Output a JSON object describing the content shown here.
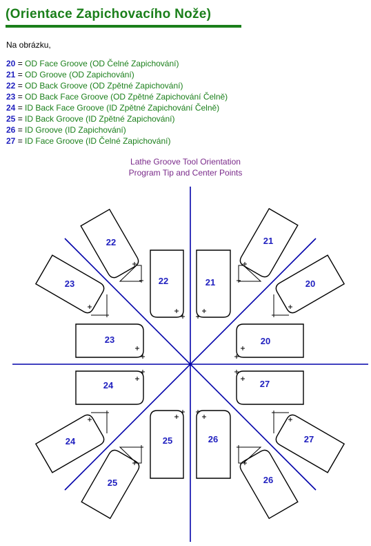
{
  "page": {
    "title": "(Orientace Zapichovacího Nože)",
    "intro": "Na obrázku,"
  },
  "legend": [
    {
      "num": "20",
      "eq": " = ",
      "desc": "OD Face Groove (OD Čelné Zapichování)"
    },
    {
      "num": "21",
      "eq": " = ",
      "desc": "OD Groove (OD Zapichování)"
    },
    {
      "num": "22",
      "eq": " = ",
      "desc": "OD Back Groove (OD Zpětné Zapichování)"
    },
    {
      "num": "23",
      "eq": " = ",
      "desc": "OD Back Face Groove (OD Zpětné Zapichování Čelně)"
    },
    {
      "num": "24",
      "eq": " = ",
      "desc": "ID Back Face Groove (ID Zpětné Zapichování Čelně)"
    },
    {
      "num": "25",
      "eq": " = ",
      "desc": "ID Back Groove (ID Zpětné Zapichování)"
    },
    {
      "num": "26",
      "eq": " = ",
      "desc": "ID Groove (ID Zapichování)"
    },
    {
      "num": "27",
      "eq": " = ",
      "desc": "ID Face Groove (ID Čelné Zapichování)"
    }
  ],
  "diagram": {
    "caption_line1": "Lathe Groove Tool Orientation",
    "caption_line2": "Program Tip and Center Points",
    "axis_color": "#0000aa",
    "label_color": "#1f1fbf",
    "tool_labels": {
      "t22_diag": "22",
      "t22_vert": "22",
      "t21_vert": "21",
      "t21_diag": "21",
      "t23_diag": "23",
      "t20_diag": "20",
      "t23_horz": "23",
      "t20_horz": "20",
      "t24_horz": "24",
      "t27_horz": "27",
      "t24_diag": "24",
      "t27_diag": "27",
      "t25_vert": "25",
      "t26_vert": "26",
      "t25_diag": "25",
      "t26_diag": "26"
    }
  }
}
